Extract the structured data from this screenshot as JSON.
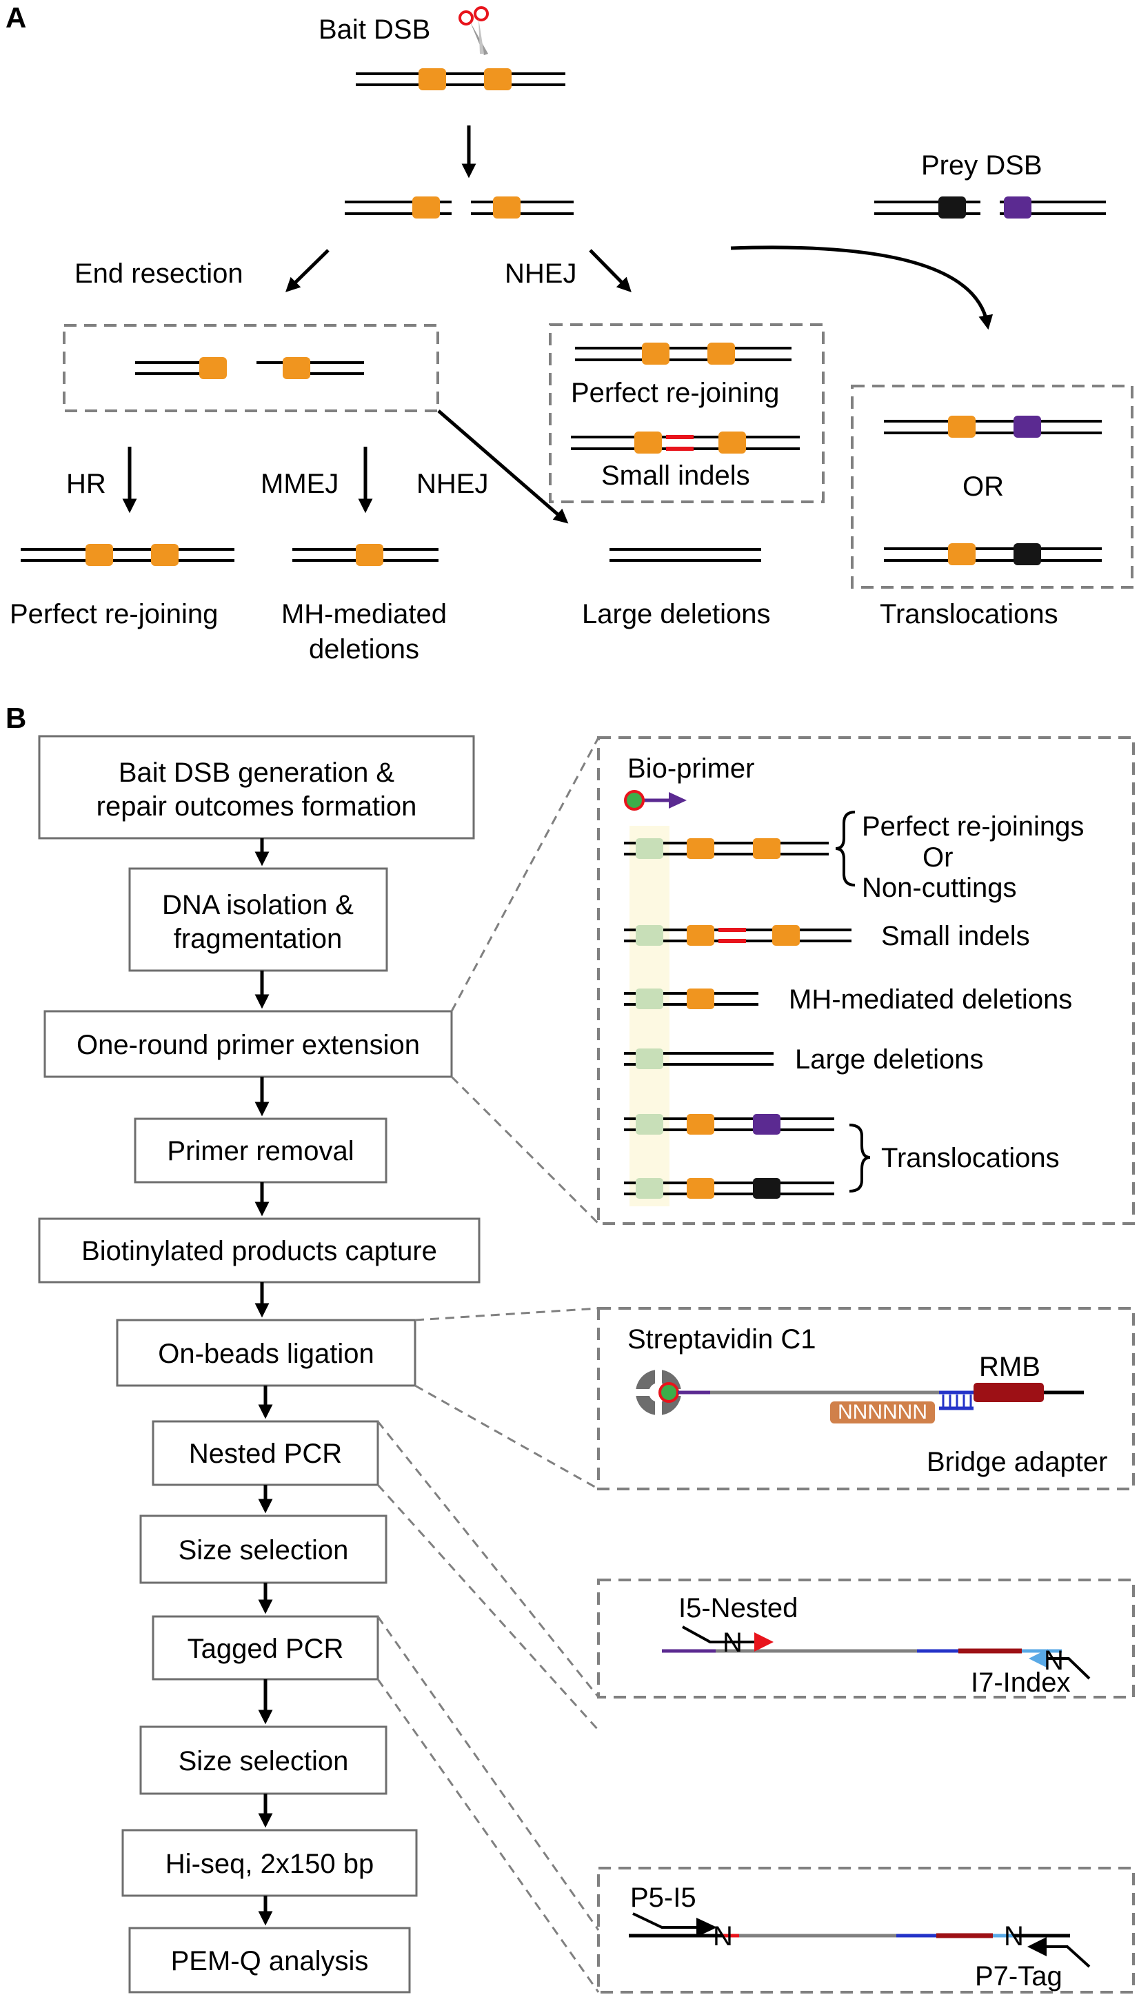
{
  "panel_a": {
    "label": "A",
    "bait_dsb": "Bait DSB",
    "prey_dsb": "Prey DSB",
    "end_resection": "End resection",
    "nhej_top": "NHEJ",
    "perfect_rejoining_nhej": "Perfect re-joining",
    "small_indels": "Small indels",
    "hr": "HR",
    "mmej": "MMEJ",
    "nhej_mid": "NHEJ",
    "or": "OR",
    "outcome_perfect": "Perfect re-joining",
    "outcome_mh_line1": "MH-mediated",
    "outcome_mh_line2": "deletions",
    "outcome_large": "Large deletions",
    "outcome_transloc": "Translocations"
  },
  "panel_b": {
    "label": "B",
    "steps": [
      {
        "line1": "Bait DSB generation &",
        "line2": "repair outcomes formation"
      },
      {
        "line1": "DNA isolation &",
        "line2": "fragmentation"
      },
      {
        "line1": "One-round primer extension"
      },
      {
        "line1": "Primer removal"
      },
      {
        "line1": "Biotinylated products capture"
      },
      {
        "line1": "On-beads ligation"
      },
      {
        "line1": "Nested PCR"
      },
      {
        "line1": "Size selection"
      },
      {
        "line1": "Tagged PCR"
      },
      {
        "line1": "Size selection"
      },
      {
        "line1": "Hi-seq, 2x150 bp"
      },
      {
        "line1": "PEM-Q analysis"
      }
    ],
    "extension": {
      "bio_primer": "Bio-primer",
      "perfect_rejoinings": "Perfect re-joinings",
      "or": "Or",
      "non_cuttings": "Non-cuttings",
      "small_indels": "Small indels",
      "mh_deletions": "MH-mediated deletions",
      "large_deletions": "Large deletions",
      "translocations": "Translocations"
    },
    "ligation": {
      "streptavidin": "Streptavidin C1",
      "rmb": "RMB",
      "nnnnnn": "NNNNNN",
      "bridge_adapter": "Bridge adapter"
    },
    "nested": {
      "i5": "I5-Nested",
      "i7": "I7-Index",
      "n_left": "N",
      "n_right": "N"
    },
    "tagged": {
      "p5": "P5-I5",
      "p7": "P7-Tag",
      "n_left": "N",
      "n_right": "N"
    }
  },
  "colors": {
    "orange_block": "#f0951f",
    "prey_black": "#151515",
    "prey_purple": "#5b2a91",
    "red_indel": "#e8141c",
    "green_bead": "#c8dfb8",
    "highlight": "#fdf9e2",
    "box_border": "#6e6e6e",
    "dashed": "#808080",
    "primer_purple": "#5b2a91",
    "primer_red": "#e8141c",
    "blue": "#2433c8",
    "dark_red": "#9d1015",
    "light_blue": "#59a9e6",
    "nnn_orange": "#d0804a"
  }
}
